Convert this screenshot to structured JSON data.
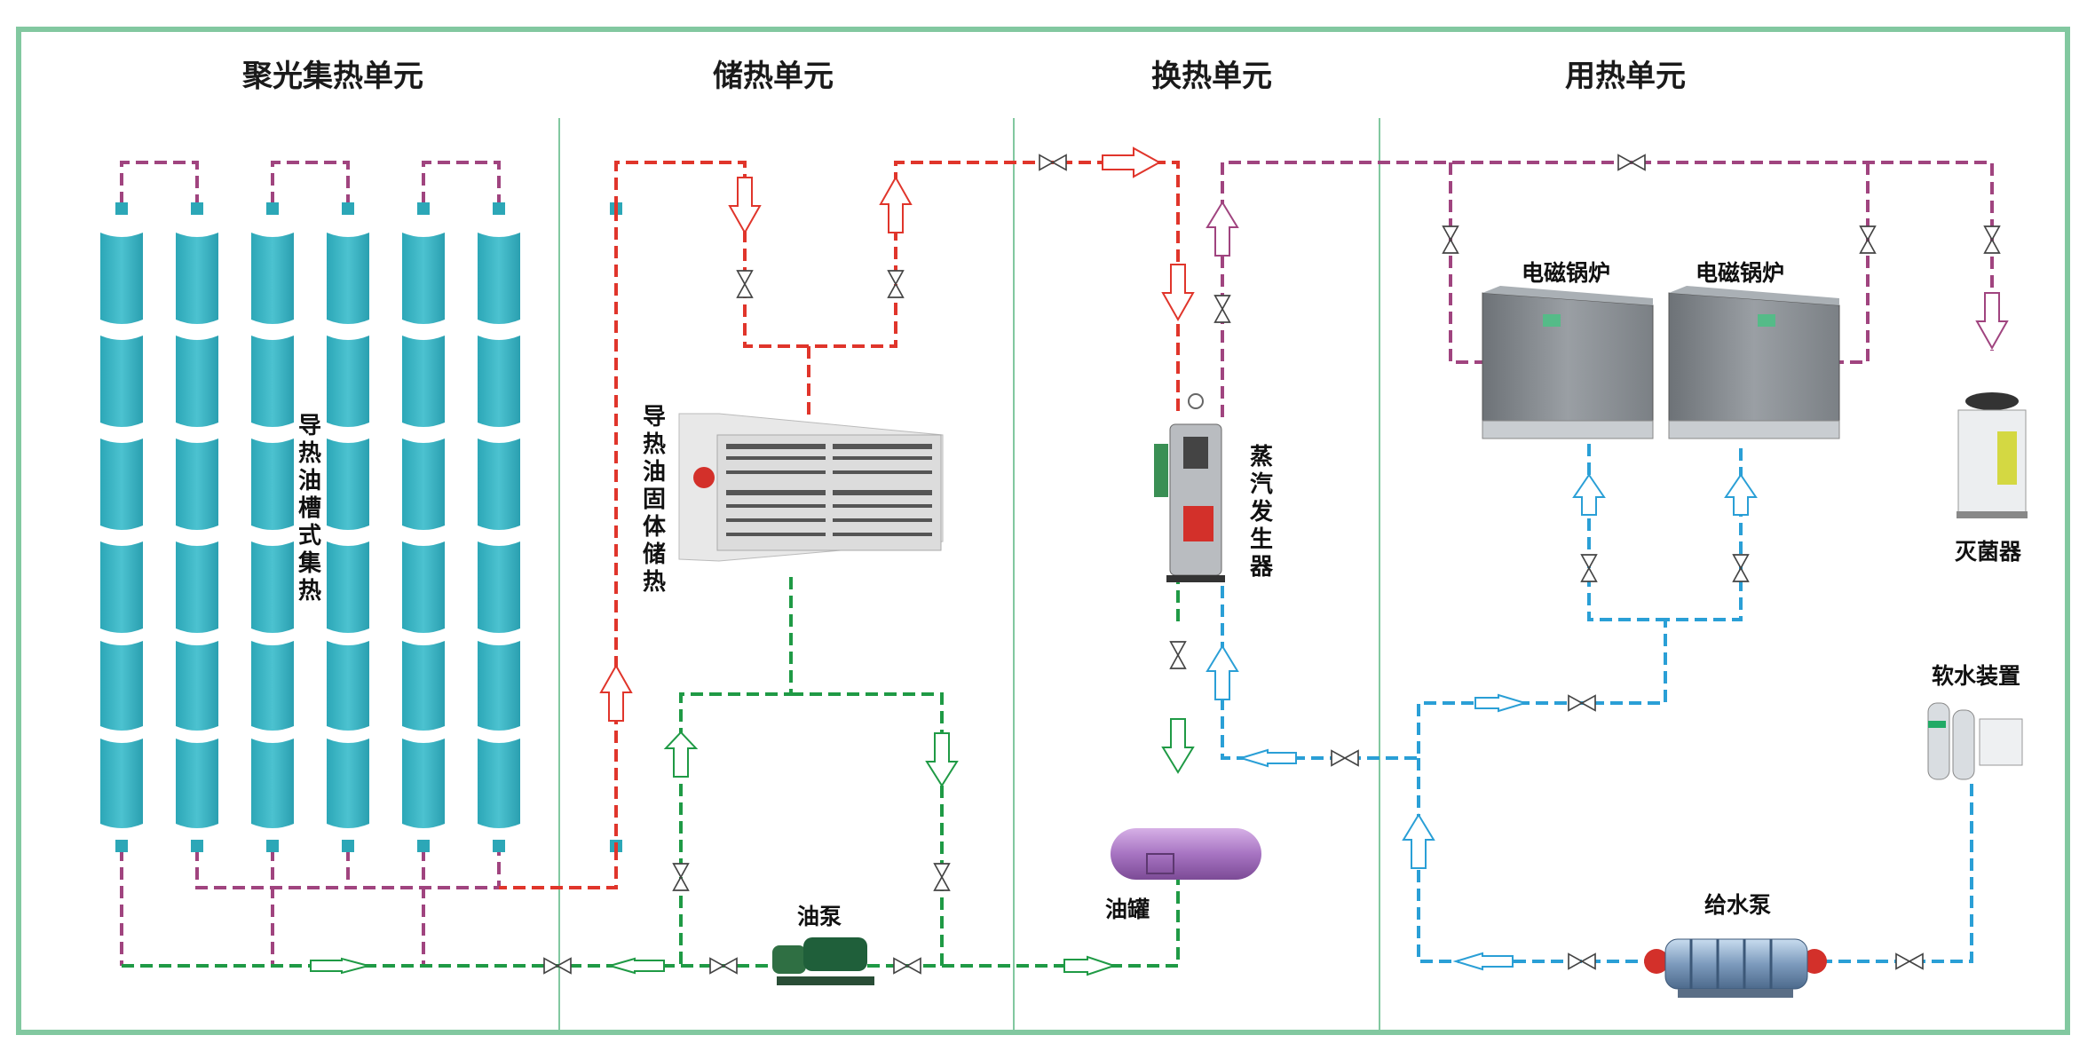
{
  "sections": {
    "s1": "聚光集热单元",
    "s2": "储热单元",
    "s3": "换热单元",
    "s4": "用热单元"
  },
  "labels": {
    "collector": "导热油槽式集热",
    "storage": "导热油固体储热",
    "steam_gen": "蒸汽发生器",
    "boiler1": "电磁锅炉",
    "boiler2": "电磁锅炉",
    "sterilizer": "灭菌器",
    "softener": "软水装置",
    "oil_pump": "油泵",
    "oil_tank": "油罐",
    "feed_pump": "给水泵"
  },
  "colors": {
    "hot_oil": "#e0352b",
    "cold_oil": "#1f9a45",
    "steam": "#a0447f",
    "water": "#2a9fd6",
    "collector": "#3db5c4",
    "frame": "#82c8a0"
  }
}
